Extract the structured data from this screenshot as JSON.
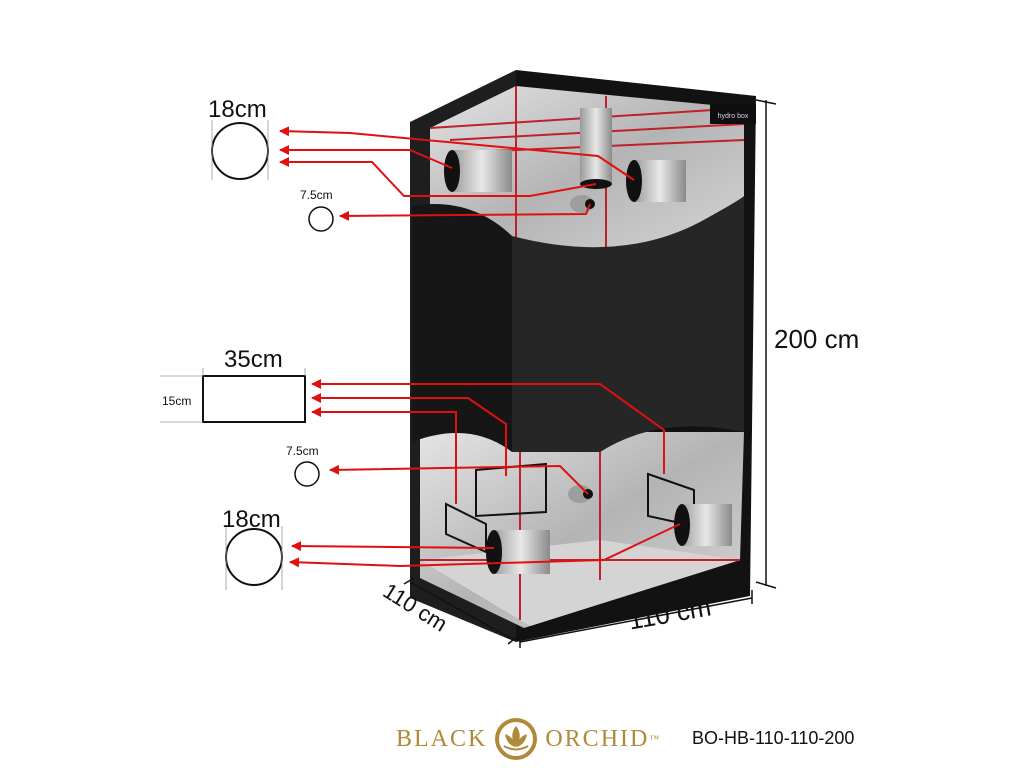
{
  "labels": {
    "top_round_port": "18cm",
    "top_small_port": "7.5cm",
    "vent_width": "35cm",
    "vent_height": "15cm",
    "bottom_small_port": "7.5cm",
    "bottom_round_port": "18cm",
    "height": "200 cm",
    "width": "110 cm",
    "depth": "110 cm"
  },
  "tent_badge": "hydro box",
  "brand": {
    "left_word": "BLACK",
    "right_word": "ORCHID",
    "trademark": "™"
  },
  "model_code": "BO-HB-110-110-200",
  "colors": {
    "arrow": "#e01010",
    "frame": "#c0202a",
    "tent_black": "#1a1a1a",
    "panel": "#262626",
    "reflective": "#c9c9c9",
    "gold": "#b08a3a"
  }
}
